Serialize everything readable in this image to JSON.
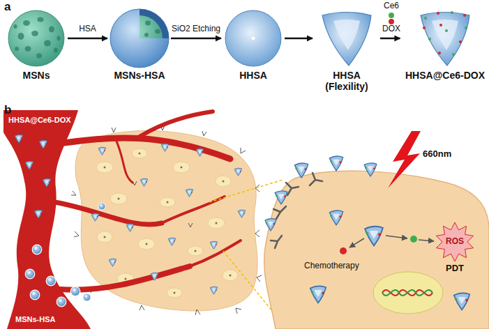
{
  "diagram": {
    "nodes": [
      {
        "text": [
          "MSNs"
        ]
      },
      {
        "text": [
          "MSNs-HSA"
        ]
      },
      {
        "text": [
          "HHSA"
        ]
      },
      {
        "text": [
          "HHSA (Flexility)"
        ]
      },
      {
        "text": [
          "HHSA@Ce6-DOX"
        ]
      }
    ],
    "edges": [
      {
        "from": 0,
        "to": 1,
        "label": "HSA",
        "arrow": "to"
      },
      {
        "from": 1,
        "to": 2,
        "label": "SiO2 Etching",
        "arrow": "to"
      },
      {
        "from": 2,
        "to": 3,
        "arrow": "to"
      },
      {
        "from": 3,
        "to": 4,
        "arrow": "to"
      }
    ],
    "labels": [
      "a",
      "Ce6",
      "DOX",
      "b",
      "HHSA@Ce6-DOX",
      "660nm",
      "Chemotherapy",
      "ROS",
      "PDT",
      "MSNs-HSA"
    ]
  }
}
